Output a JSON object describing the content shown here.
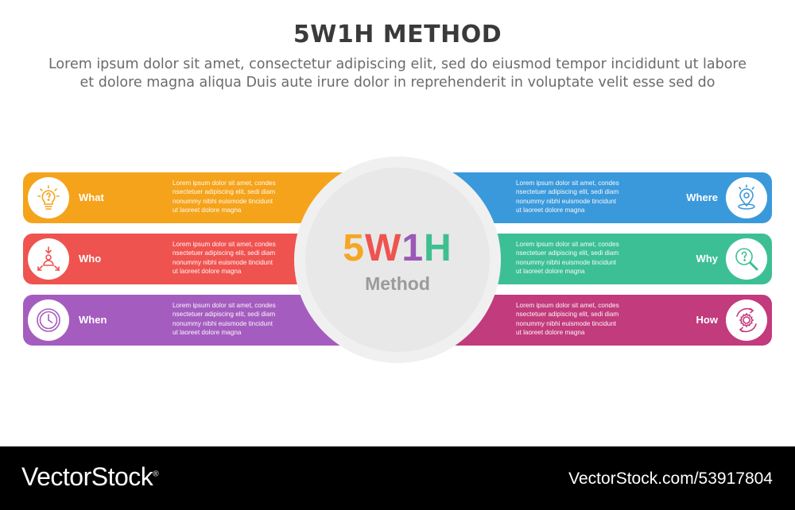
{
  "header": {
    "title": "5W1H METHOD",
    "subtitle_lines": [
      "Lorem ipsum dolor sit amet, consectetur adipiscing elit, sed do eiusmod tempor incididunt ut labore",
      "et dolore magna aliqua Duis aute irure dolor in reprehenderit in voluptate velit esse sed do"
    ]
  },
  "center": {
    "title_letters": [
      {
        "char": "5",
        "color": "#f5a623"
      },
      {
        "char": "W",
        "color": "#ef5350"
      },
      {
        "char": "1",
        "color": "#9b59b6"
      },
      {
        "char": "H",
        "color": "#3fbf8f"
      }
    ],
    "subtitle": "Method"
  },
  "colors": {
    "what": "#f5a31a",
    "who": "#ef5350",
    "when": "#a55cbf",
    "where": "#3a99db",
    "why": "#3dbf96",
    "how": "#c23b7c"
  },
  "items": [
    {
      "key": "what",
      "label": "What",
      "side": "left",
      "icon": "lightbulb-question-icon",
      "desc": [
        "Lorem ipsum dolor sit amet, condes",
        "nsectetuer adipiscing elit, sedi diam",
        "nonummy nibhi euismode tincidunt",
        "ut laoreet dolore magna"
      ]
    },
    {
      "key": "who",
      "label": "Who",
      "side": "left",
      "icon": "person-arrows-icon",
      "desc": [
        "Lorem ipsum dolor sit amet, condes",
        "nsectetuer adipiscing elit, sedi diam",
        "nonummy nibhi euismode tincidunt",
        "ut laoreet dolore magna"
      ]
    },
    {
      "key": "when",
      "label": "When",
      "side": "left",
      "icon": "clock-icon",
      "desc": [
        "Lorem ipsum dolor sit amet, condes",
        "nsectetuer adipiscing elit, sedi diam",
        "nonummy nibhi euismode tincidunt",
        "ut laoreet dolore magna"
      ]
    },
    {
      "key": "where",
      "label": "Where",
      "side": "right",
      "icon": "location-pin-icon",
      "desc": [
        "Lorem ipsum dolor sit amet, condes",
        "nsectetuer adipiscing elit, sedi diam",
        "nonummy nibhi euismode tincidunt",
        "ut laoreet dolore magna"
      ]
    },
    {
      "key": "why",
      "label": "Why",
      "side": "right",
      "icon": "magnifier-question-icon",
      "desc": [
        "Lorem ipsum dolor sit amet, condes",
        "nsectetuer adipiscing elit, sedi diam",
        "nonummy nibhi euismode tincidunt",
        "ut laoreet dolore magna"
      ]
    },
    {
      "key": "how",
      "label": "How",
      "side": "right",
      "icon": "gear-cycle-icon",
      "desc": [
        "Lorem ipsum dolor sit amet, condes",
        "nsectetuer adipiscing elit, sedi diam",
        "nonummy nibhi euismode tincidunt",
        "ut laoreet dolore magna"
      ]
    }
  ],
  "footer": {
    "brand": "VectorStock",
    "brand_mark": "®",
    "url": "VectorStock.com/53917804"
  }
}
